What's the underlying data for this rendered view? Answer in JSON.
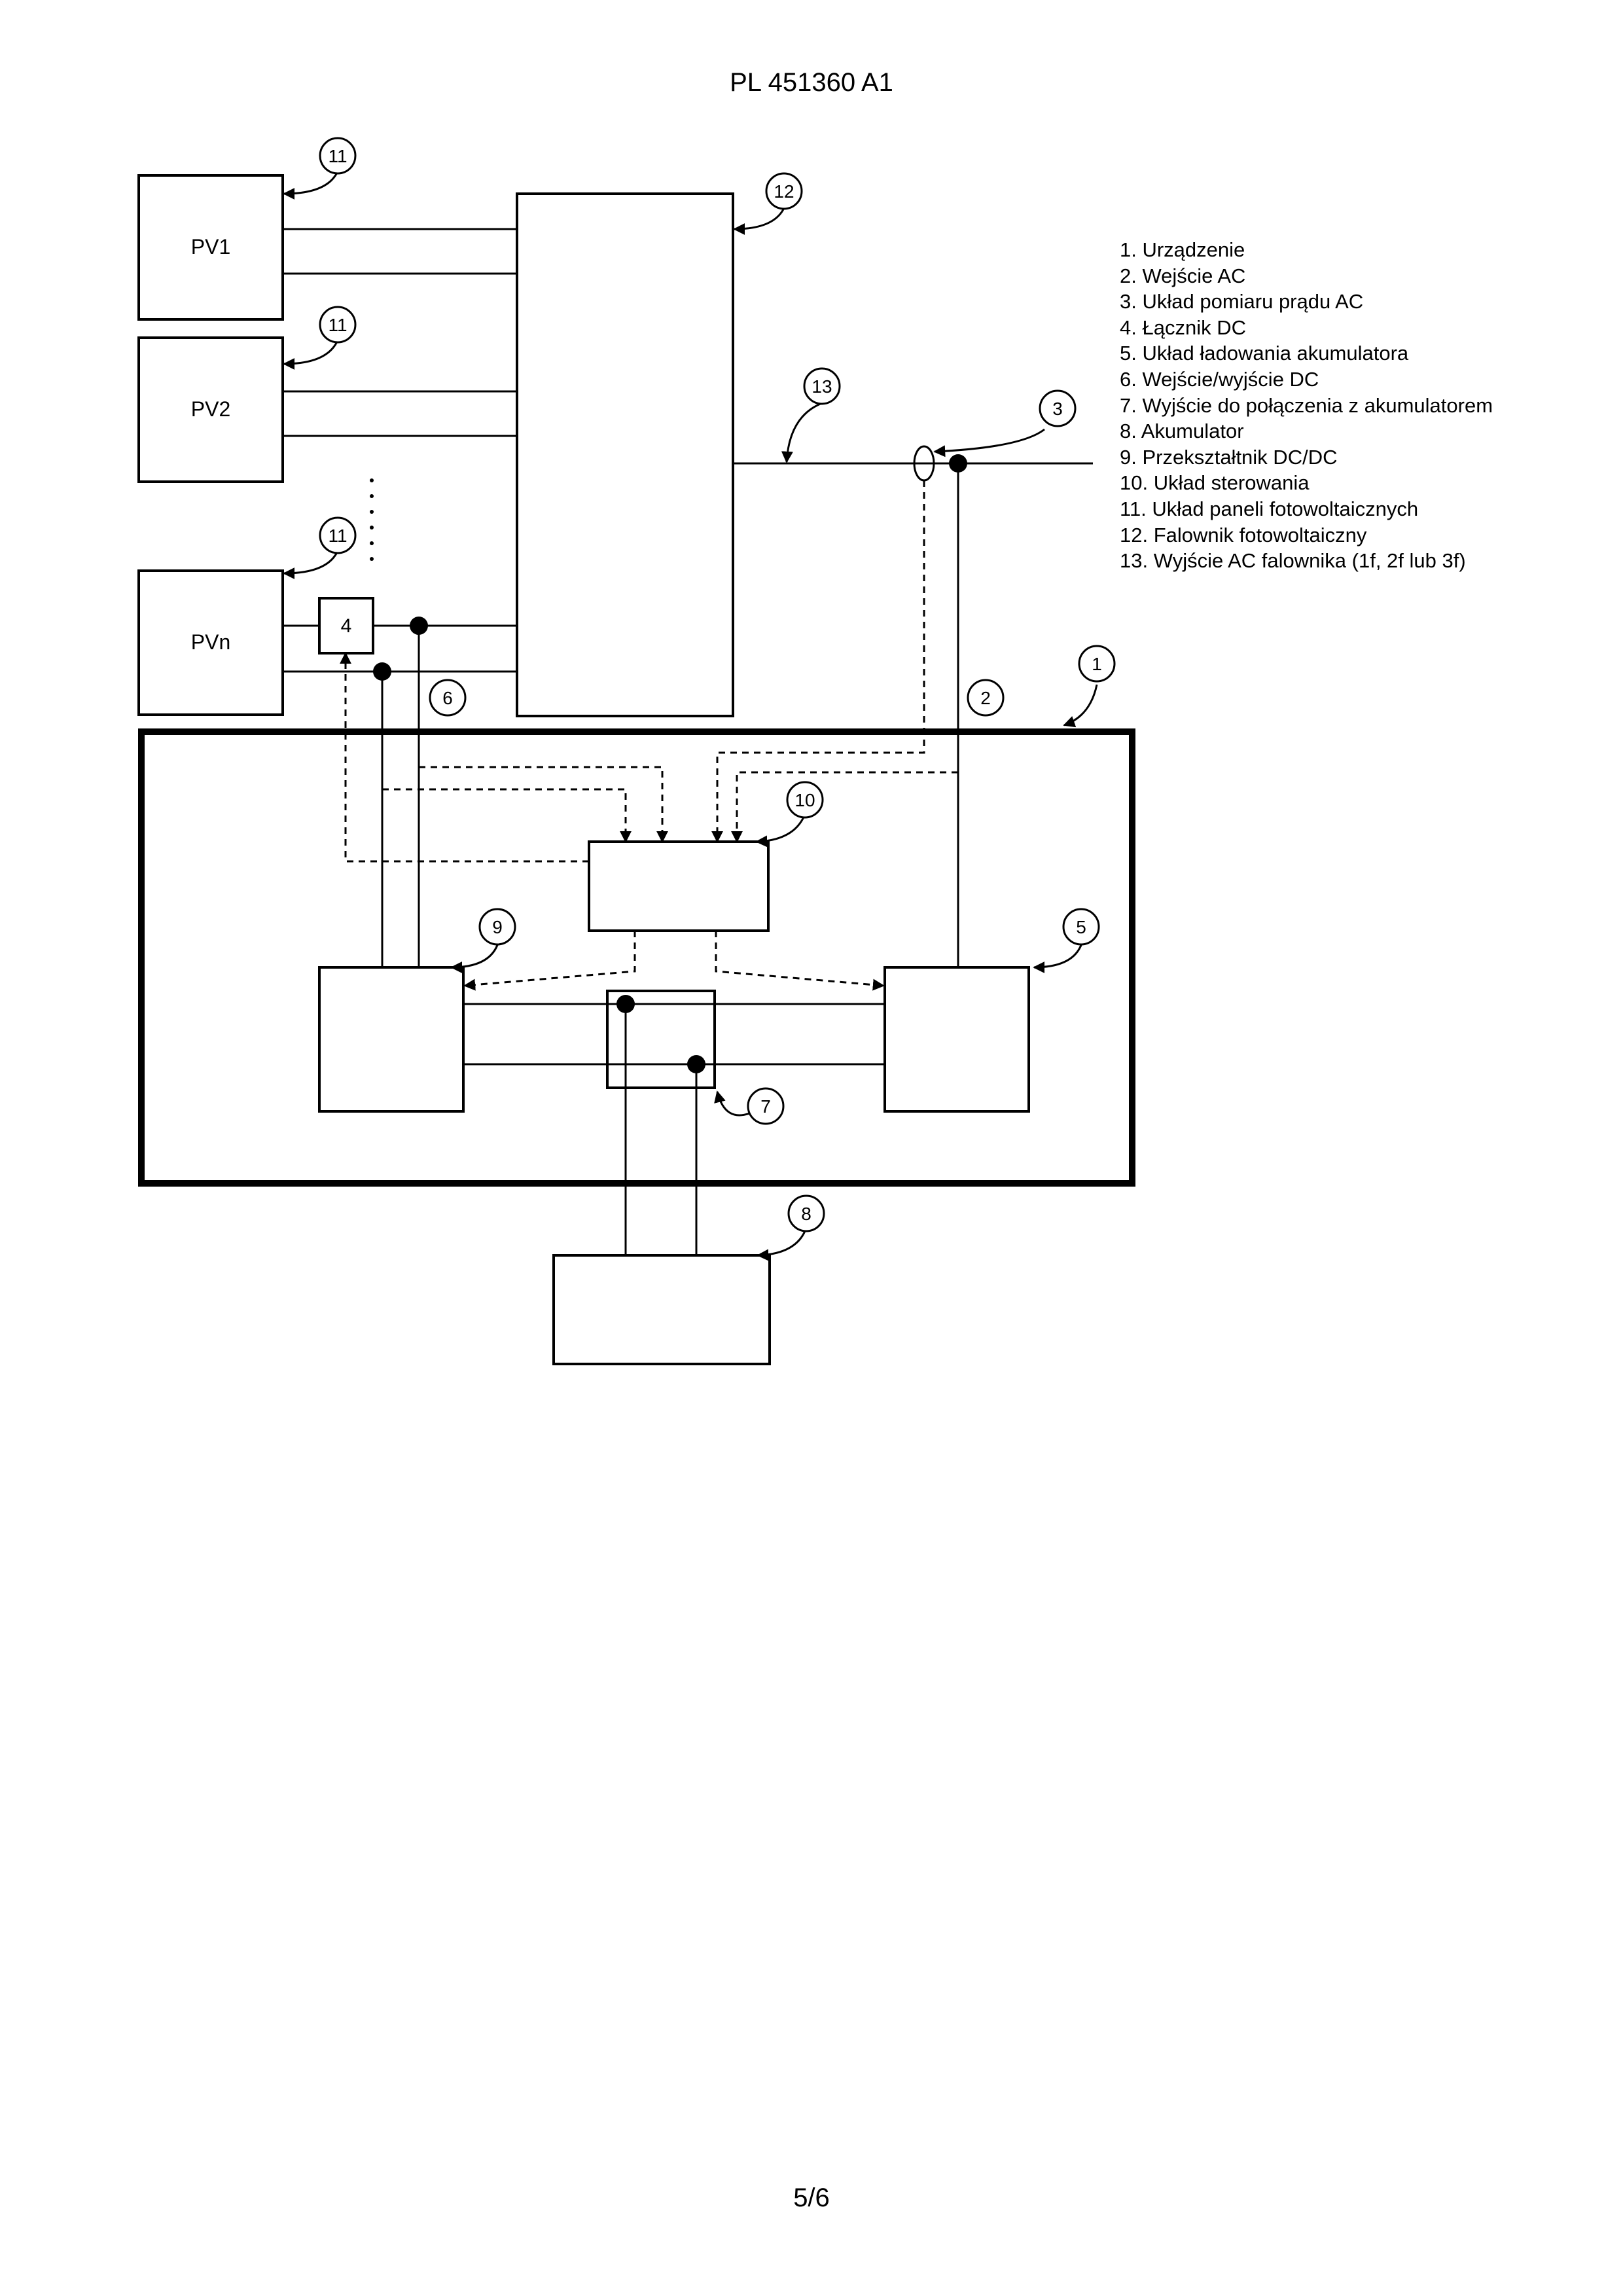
{
  "header": {
    "doc_number": "PL 451360 A1"
  },
  "footer": {
    "page": "5/6"
  },
  "blocks": {
    "pv1": "PV1",
    "pv2": "PV2",
    "pvn": "PVn",
    "switch_dc": "4"
  },
  "callouts": {
    "c1": "1",
    "c2": "2",
    "c3": "3",
    "c5": "5",
    "c6": "6",
    "c7": "7",
    "c8": "8",
    "c9": "9",
    "c10": "10",
    "c11": "11",
    "c12": "12",
    "c13": "13"
  },
  "legend": [
    "1. Urządzenie",
    "2. Wejście AC",
    "3. Układ pomiaru prądu AC",
    "4. Łącznik DC",
    "5. Układ ładowania akumulatora",
    "6. Wejście/wyjście DC",
    "7. Wyjście do połączenia z akumulatorem",
    "8. Akumulator",
    "9. Przekształtnik DC/DC",
    "10. Układ sterowania",
    "11. Układ paneli fotowoltaicznych",
    "12. Falownik fotowoltaiczny",
    "13. Wyjście AC falownika (1f, 2f lub 3f)"
  ]
}
